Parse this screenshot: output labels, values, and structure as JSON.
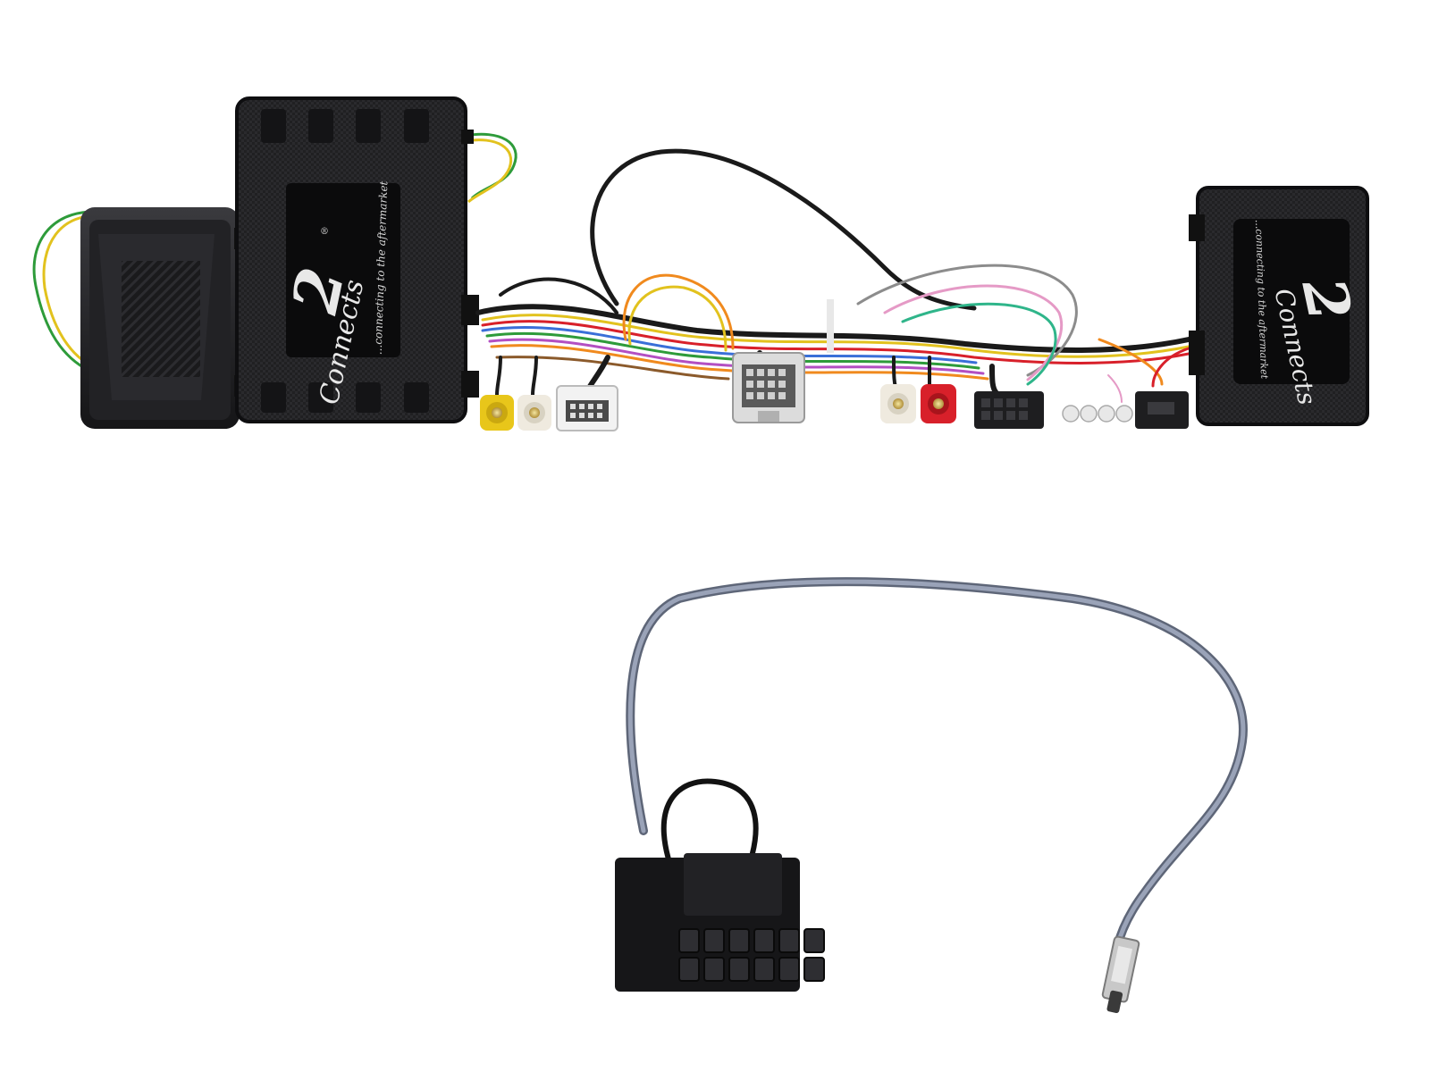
{
  "product": {
    "brand_logo": "Connects2",
    "registered_mark": "®",
    "tagline": "...connecting to the aftermarket"
  },
  "colors": {
    "background": "#ffffff",
    "module_body": "#1c1c1e",
    "antenna_cable": "#7f8aa0",
    "rca_red": "#d8202a",
    "rca_yellow": "#e8c61a",
    "rca_white": "#efeadf"
  },
  "icons": [
    "interface-module",
    "can-bus-module",
    "steering-control-box",
    "antenna-adaptor",
    "rca-plug",
    "iso-connector"
  ]
}
